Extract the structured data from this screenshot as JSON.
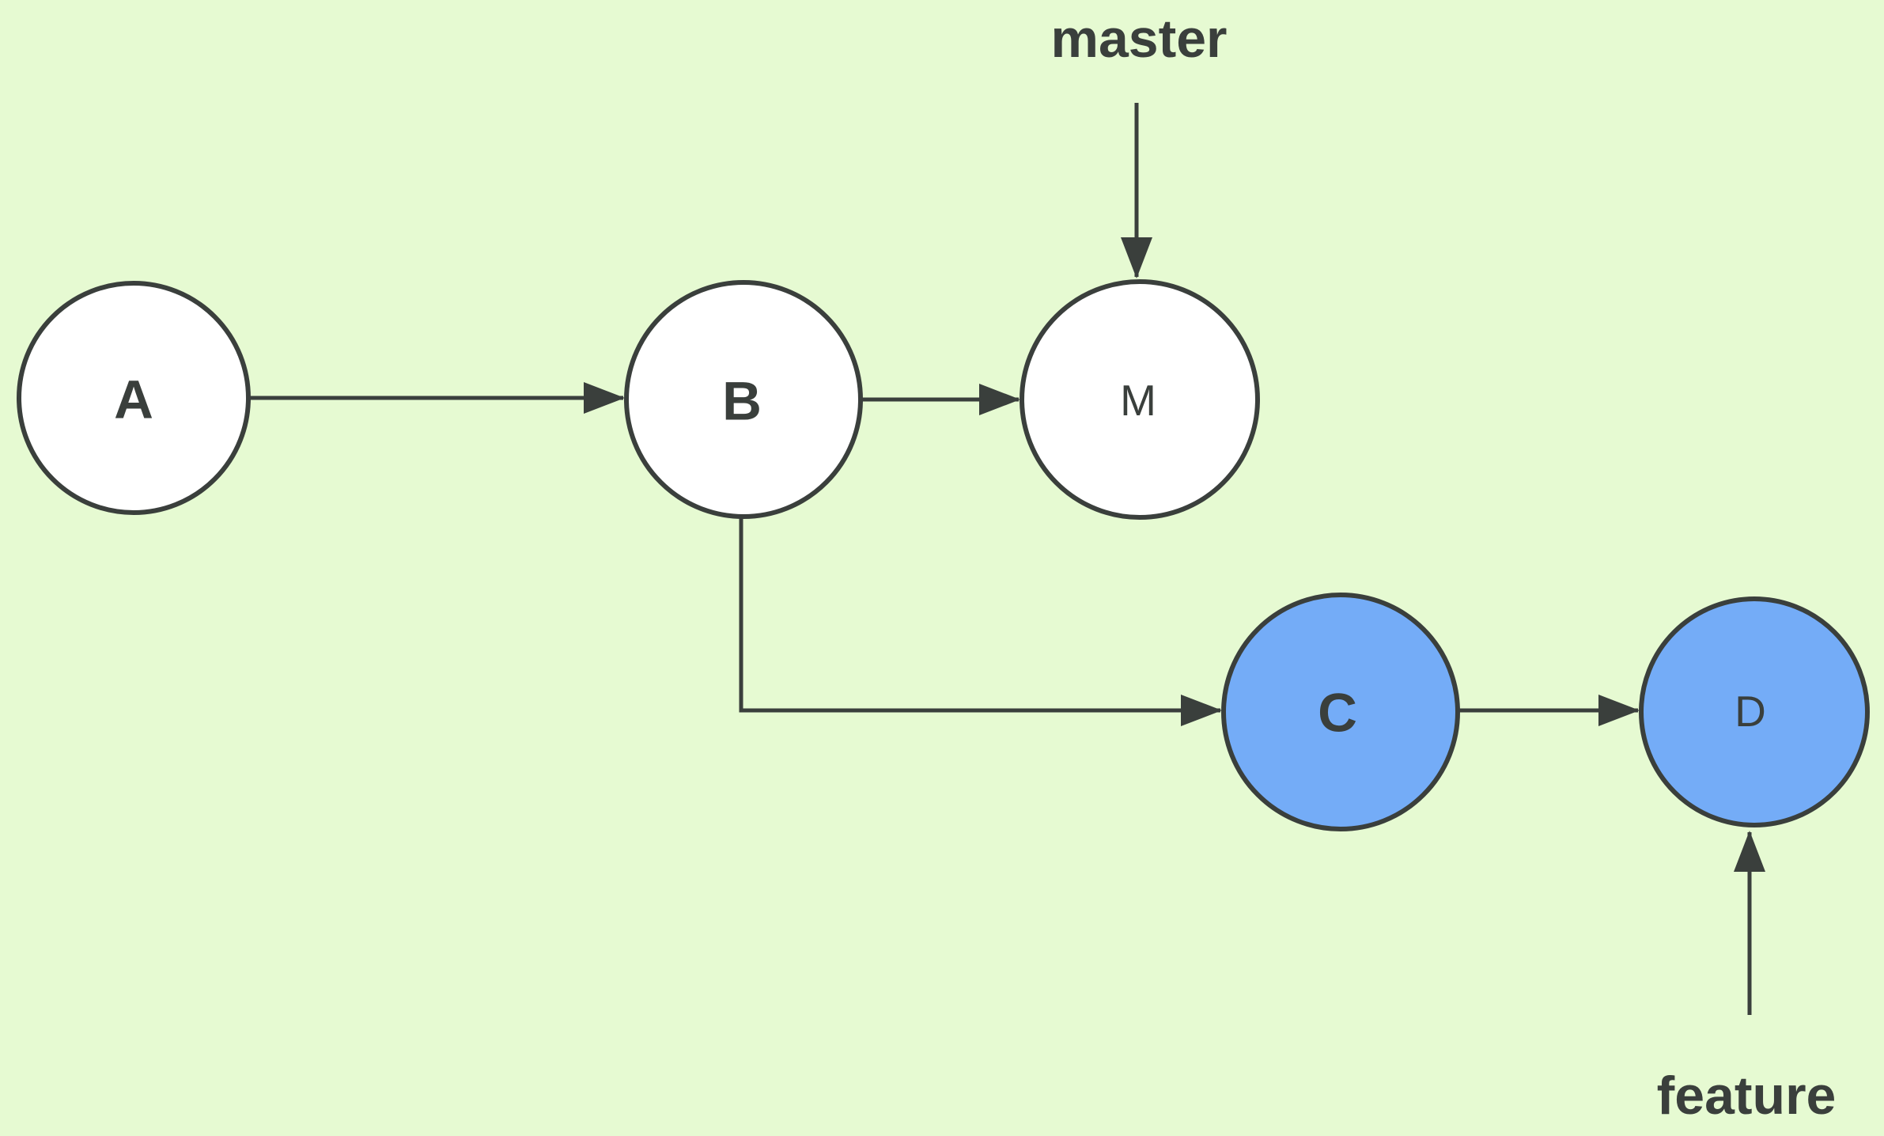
{
  "colors": {
    "background": "#E6FAD2",
    "ink": "#3A3F3C",
    "node_fill": "#FFFFFF",
    "feature_node_fill": "#74ACF7"
  },
  "nodes": [
    {
      "id": "A",
      "label": "A",
      "branch": "master"
    },
    {
      "id": "B",
      "label": "B",
      "branch": "master"
    },
    {
      "id": "M",
      "label": "M",
      "branch": "master"
    },
    {
      "id": "C",
      "label": "C",
      "branch": "feature"
    },
    {
      "id": "D",
      "label": "D",
      "branch": "feature"
    }
  ],
  "branches": [
    {
      "name": "master",
      "points_to": "M"
    },
    {
      "name": "feature",
      "points_to": "D"
    }
  ],
  "edges": [
    {
      "from": "A",
      "to": "B"
    },
    {
      "from": "B",
      "to": "M"
    },
    {
      "from": "B",
      "to": "C"
    },
    {
      "from": "C",
      "to": "D"
    }
  ]
}
